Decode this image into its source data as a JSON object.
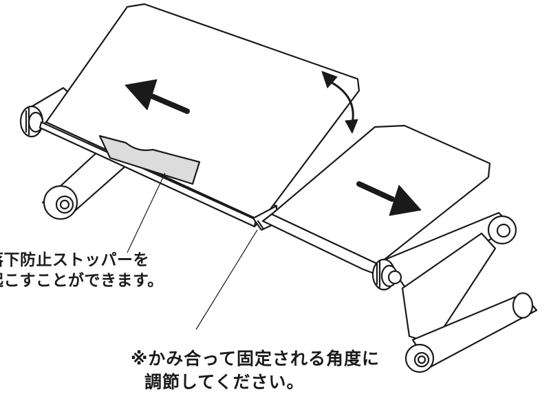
{
  "colors": {
    "ink": "#1a1a1a",
    "stopper_fill": "#dcdcdc",
    "paper": "#ffffff"
  },
  "annotations": {
    "stopper_line1": "落下防止ストッパーを",
    "stopper_line2": "起こすことができます。",
    "angle_line1": "※かみ合って固定される角度に",
    "angle_line2": "調節してください。"
  },
  "symbols": [
    "arrow-left-icon",
    "arrow-right-icon",
    "tilt-double-arrow-icon"
  ]
}
